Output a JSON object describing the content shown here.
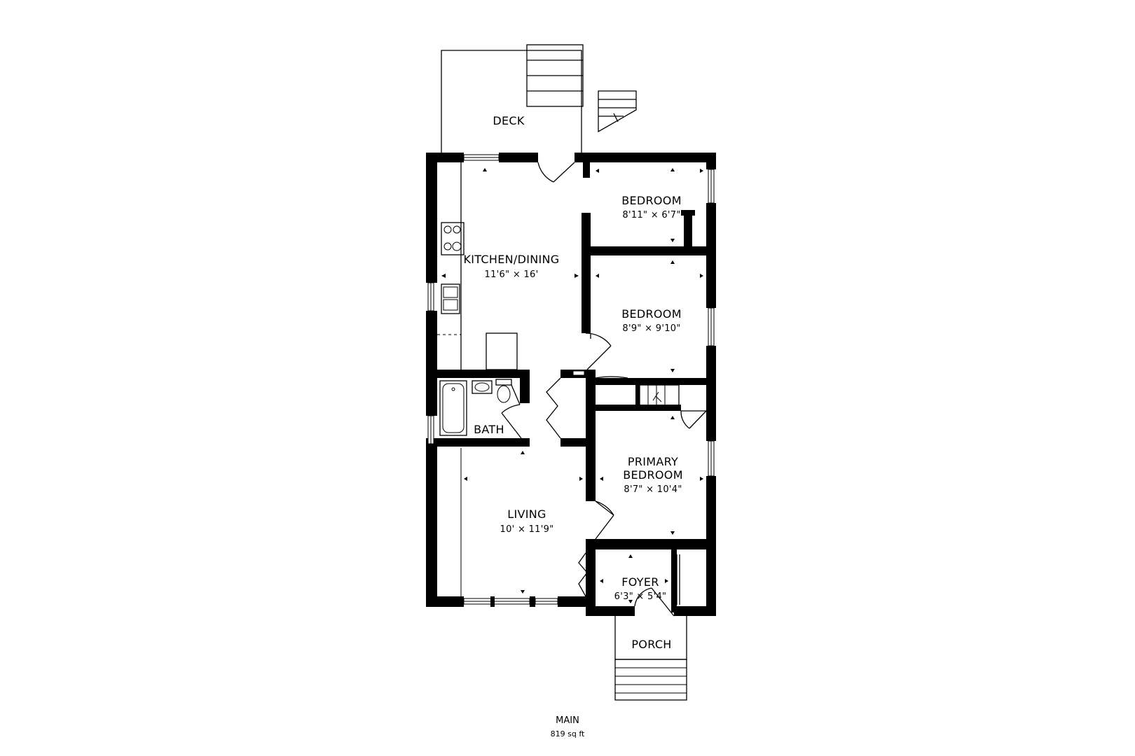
{
  "floor": {
    "name": "MAIN",
    "area": "819 sq ft"
  },
  "rooms": {
    "deck": {
      "name": "DECK"
    },
    "kitchen": {
      "name": "KITCHEN/DINING",
      "dims": "11'6\" × 16'"
    },
    "bedroom_top": {
      "name": "BEDROOM",
      "dims": "8'11\" × 6'7\""
    },
    "bedroom_mid": {
      "name": "BEDROOM",
      "dims": "8'9\" × 9'10\""
    },
    "bath": {
      "name": "BATH"
    },
    "primary": {
      "name_line1": "PRIMARY",
      "name_line2": "BEDROOM",
      "dims": "8'7\" × 10'4\""
    },
    "living": {
      "name": "LIVING",
      "dims": "10' × 11'9\""
    },
    "foyer": {
      "name": "FOYER",
      "dims": "6'3\" × 5'4\""
    },
    "porch": {
      "name": "PORCH"
    }
  },
  "colors": {
    "wall": "#000000",
    "background": "#ffffff"
  }
}
